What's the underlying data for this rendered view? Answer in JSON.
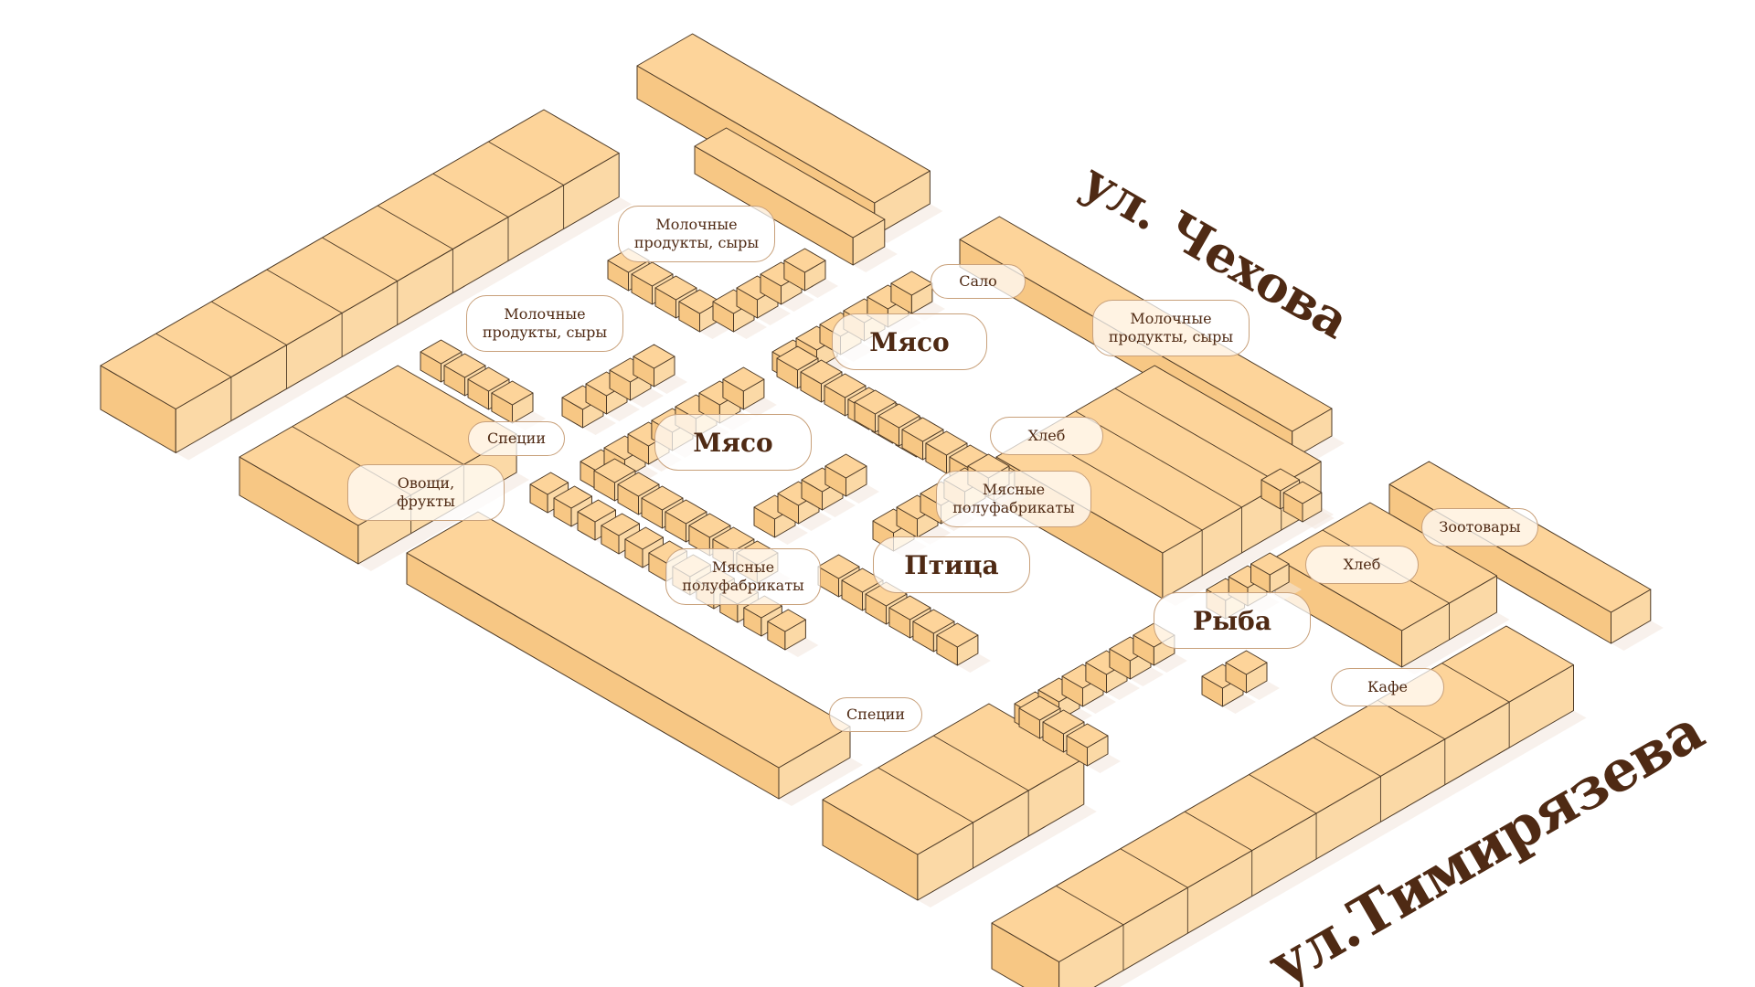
{
  "map": {
    "streets": {
      "chekhova": "ул. Чехова",
      "timiryazeva": "ул.Тимирязева"
    },
    "labels": {
      "dairy_top": "Молочные\nпродукты, сыры",
      "dairy_left": "Молочные\nпродукты, сыры",
      "dairy_right": "Молочные\nпродукты, сыры",
      "salo": "Сало",
      "meat_left": "Мясо",
      "meat_right": "Мясо",
      "spices_left": "Специи",
      "vegetables": "Овощи,\nфрукты",
      "bread_center": "Хлеб",
      "semi_meat_right": "Мясные\nполуфабрикаты",
      "semi_meat_left": "Мясные\nполуфабрикаты",
      "poultry": "Птица",
      "fish": "Рыба",
      "pet": "Зоотовары",
      "bread_right": "Хлеб",
      "cafe": "Кафе",
      "spices_bottom": "Специи"
    },
    "colors": {
      "block_top": "#fdd49a",
      "block_side": "#f7c784",
      "outline": "#4d3a26",
      "text": "#4f2a14"
    }
  }
}
